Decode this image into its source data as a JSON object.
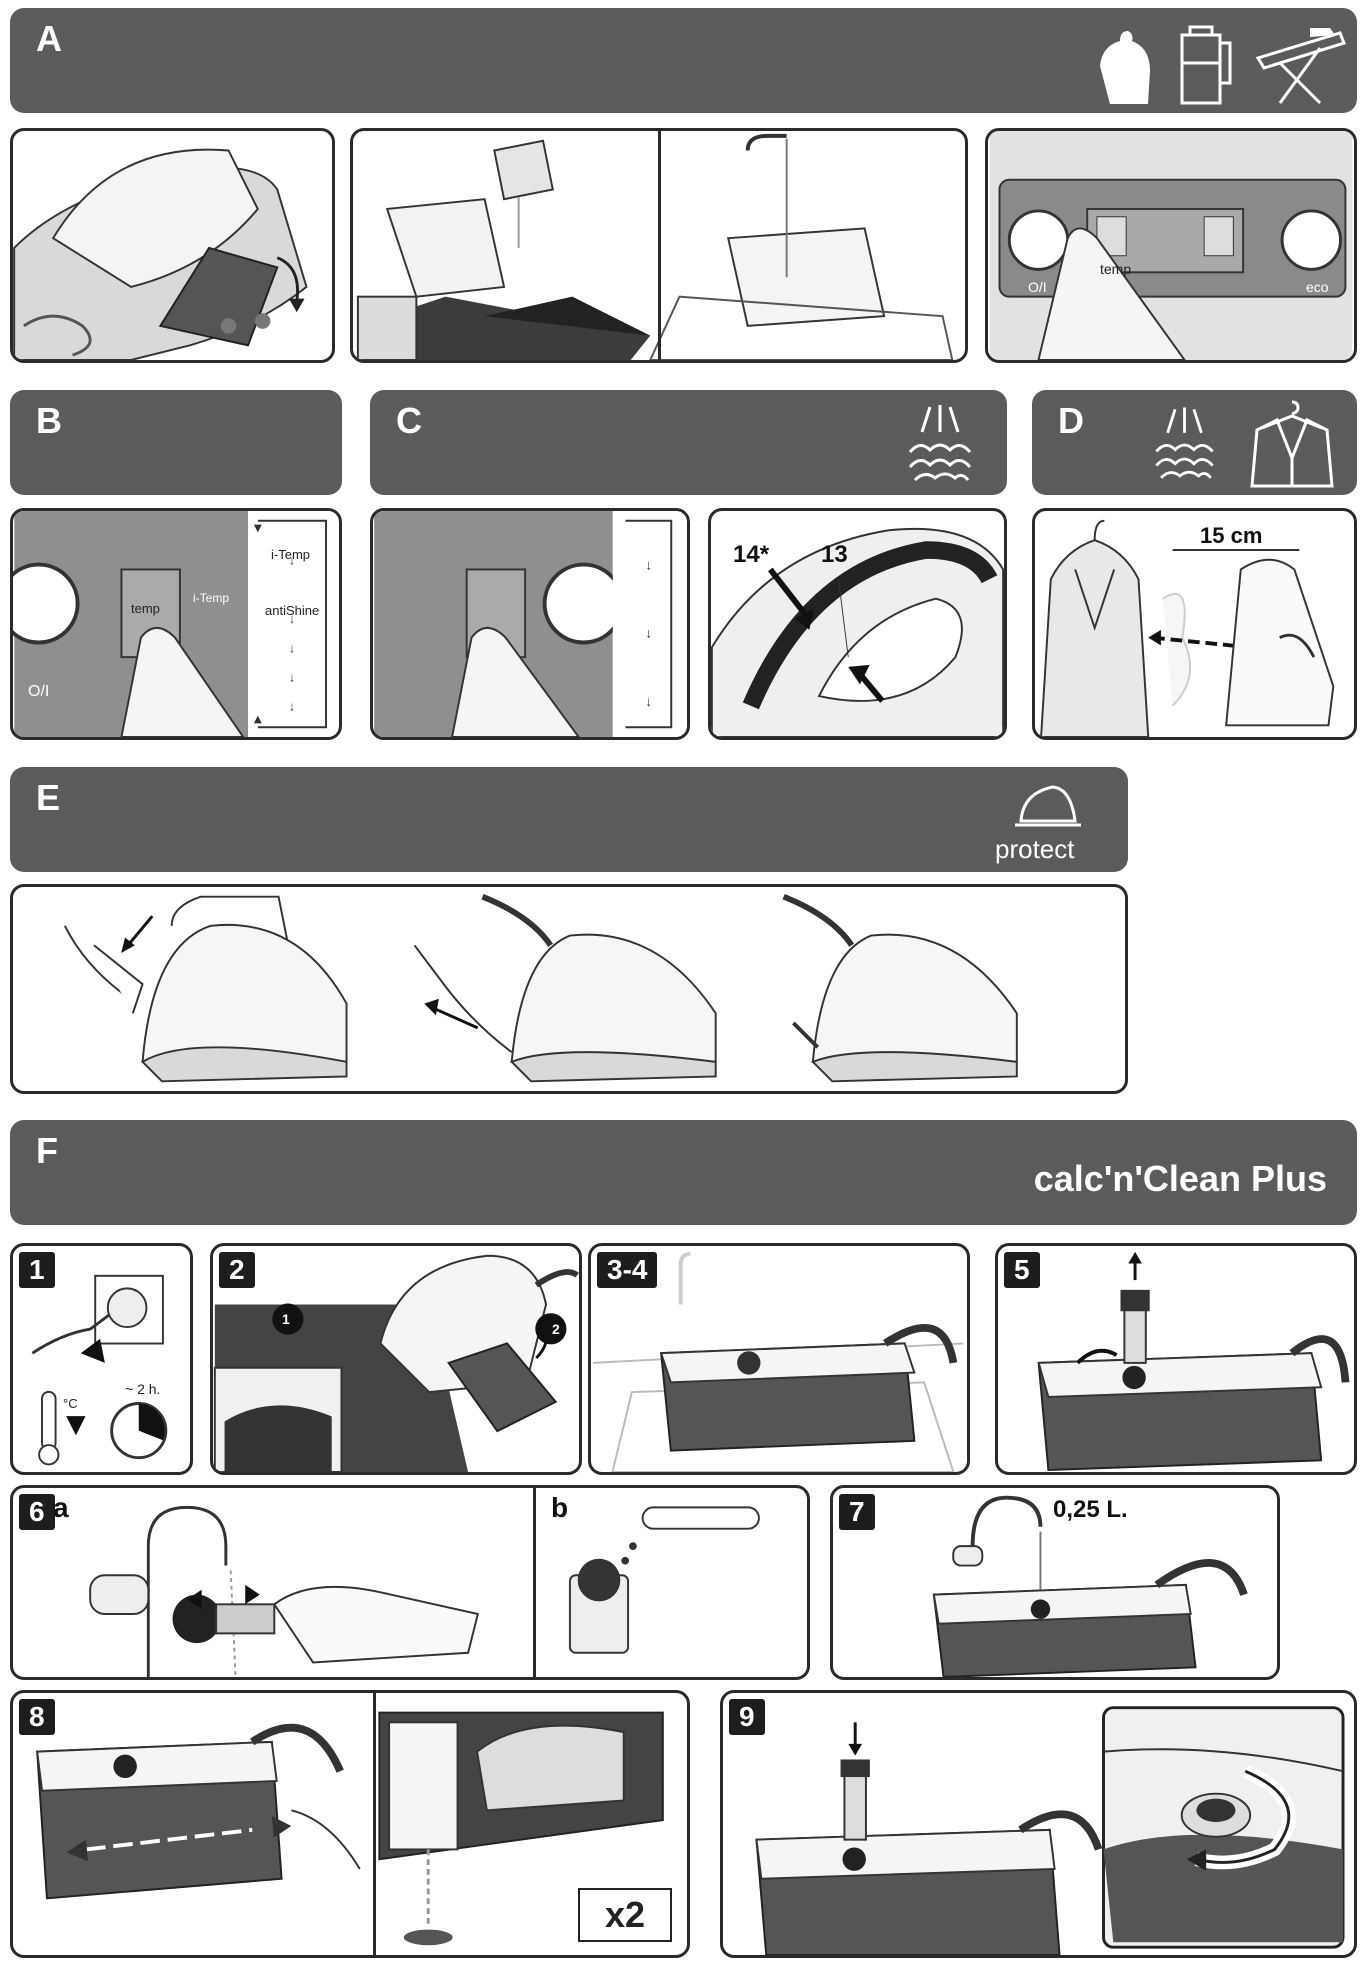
{
  "sections": {
    "a": {
      "letter": "A"
    },
    "b": {
      "letter": "B"
    },
    "c": {
      "letter": "C"
    },
    "d": {
      "letter": "D"
    },
    "e": {
      "letter": "E",
      "icon_label": "protect"
    },
    "f": {
      "letter": "F",
      "title": "calc'n'Clean Plus"
    }
  },
  "panel_a3": {
    "left_button": "O/I",
    "middle_label": "temp",
    "right_button": "eco"
  },
  "panel_b": {
    "left_button": "O/I",
    "button_label": "temp",
    "sequence": [
      "i-Temp",
      "antiShine"
    ],
    "flash_label": "i-Temp"
  },
  "panel_c2": {
    "label_a": "14*",
    "label_b": "13"
  },
  "panel_d": {
    "distance": "15 cm"
  },
  "steps": {
    "s1": {
      "number": "1",
      "temp_unit": "°C",
      "time": "~ 2 h."
    },
    "s2": {
      "number": "2",
      "mark1": "1",
      "mark2": "2"
    },
    "s3": {
      "number": "3-4"
    },
    "s5": {
      "number": "5"
    },
    "s6": {
      "number": "6",
      "sub_a": "a",
      "sub_b": "b"
    },
    "s7": {
      "number": "7",
      "volume": "0,25 L."
    },
    "s8": {
      "number": "8",
      "repeat": "x2"
    },
    "s9": {
      "number": "9"
    }
  }
}
